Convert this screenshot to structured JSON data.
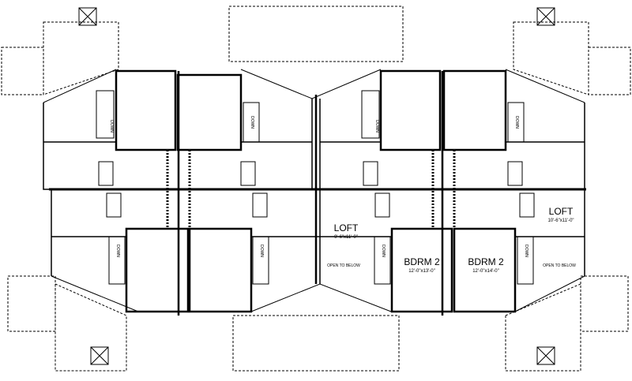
{
  "rooms": [
    {
      "name": "LOFT",
      "size": "9'-6\"x11'-0\""
    },
    {
      "name": "LOFT",
      "size": "10'-6\"x11'-0\""
    },
    {
      "name": "BDRM 2",
      "size": "12'-0\"x13'-0\""
    },
    {
      "name": "BDRM 2",
      "size": "12'-0\"x14'-0\""
    }
  ],
  "notes": {
    "open_to_below": "OPEN TO BELOW",
    "stair": "DOWN"
  },
  "colors": {
    "line": "#000000",
    "background": "#ffffff"
  }
}
